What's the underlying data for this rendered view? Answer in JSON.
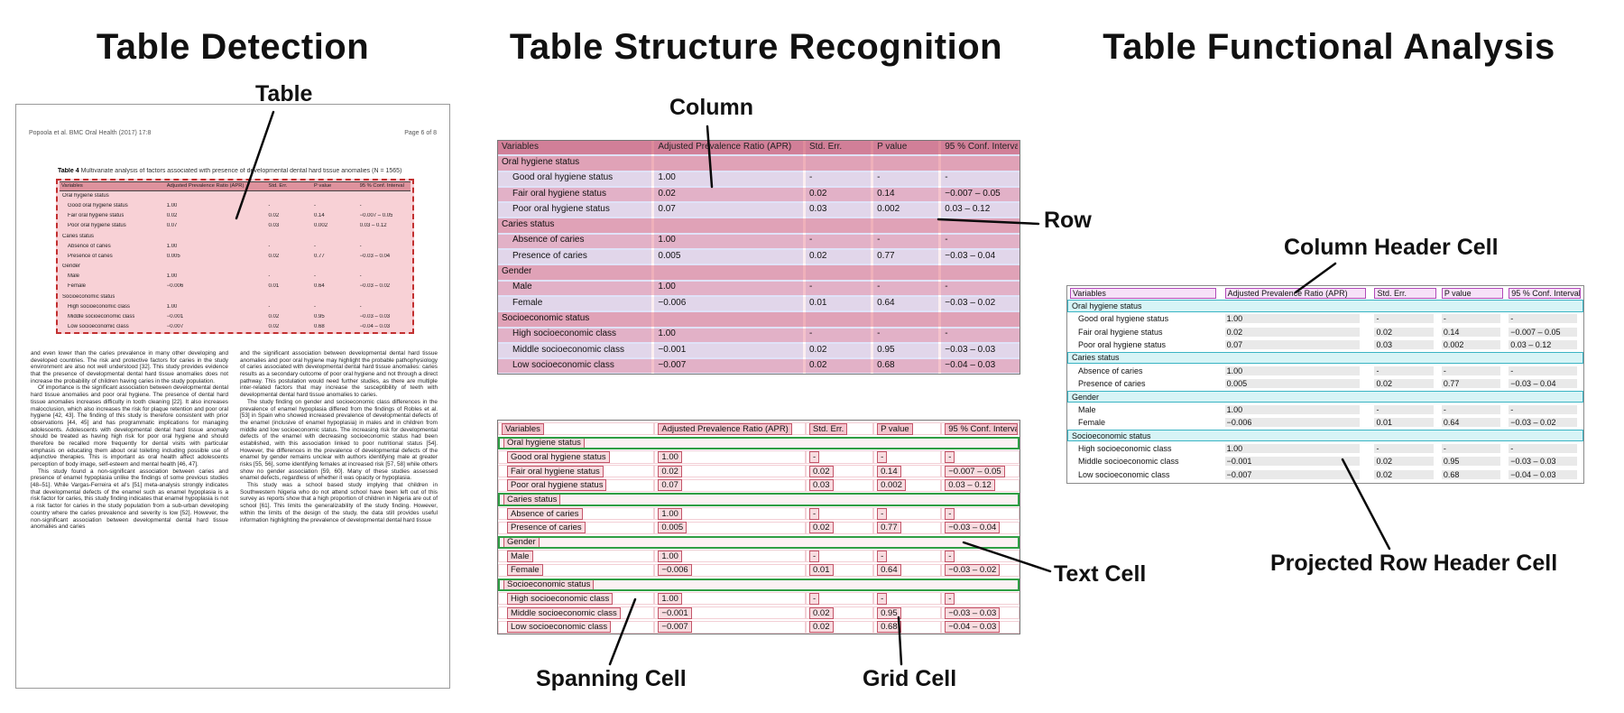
{
  "panels": {
    "detection": "Table Detection",
    "structure": "Table Structure Recognition",
    "functional": "Table Functional Analysis"
  },
  "annotations": {
    "table": "Table",
    "column": "Column",
    "row": "Row",
    "text_cell": "Text Cell",
    "spanning_cell": "Spanning Cell",
    "grid_cell": "Grid Cell",
    "column_header_cell": "Column Header Cell",
    "projected_row_header_cell": "Projected Row Header Cell"
  },
  "document": {
    "header_left": "Popoola et al. BMC Oral Health (2017) 17:8",
    "header_right": "Page 6 of 8",
    "caption_label": "Table 4",
    "caption_text": "Multivariate analysis of factors associated with presence of developmental dental hard tissue anomalies (N = 1565)",
    "col1": [
      "and even lower than the caries prevalence in many other developing and developed countries. The risk and protective factors for caries in the study environment are also not well understood [32]. This study provides evidence that the presence of developmental dental hard tissue anomalies does not increase the probability of children having caries in the study population.",
      "Of importance is the significant association between developmental dental hard tissue anomalies and poor oral hygiene. The presence of dental hard tissue anomalies increases difficulty in tooth cleaning [22]. It also increases malocclusion, which also increases the risk for plaque retention and poor oral hygiene [42, 43]. The finding of this study is therefore consistent with prior observations [44, 45] and has programmatic implications for managing adolescents. Adolescents with developmental dental hard tissue anomaly should be treated as having high risk for poor oral hygiene and should therefore be recalled more frequently for dental visits with particular emphasis on educating them about oral toileting including possible use of adjunctive therapies. This is important as oral health affect adolescents perception of body image, self-esteem and mental health [46, 47].",
      "This study found a non-significant association between caries and presence of enamel hypoplasia unlike the findings of some previous studies [48–51]. While Vargas-Ferreira et al's [51] meta-analysis strongly indicates that developmental defects of the enamel such as enamel hypoplasia is a risk factor for caries, this study finding indicates that enamel hypoplasia is not a risk factor for caries in the study population from a sub-urban developing country where the caries prevalence and severity is low [52]. However, the non-significant association between developmental dental hard tissue anomalies and caries"
    ],
    "col2": [
      "and the significant association between developmental dental hard tissue anomalies and poor oral hygiene may highlight the probable pathophysiology of caries associated with developmental dental hard tissue anomalies: caries results as a secondary outcome of poor oral hygiene and not through a direct pathway. This postulation would need further studies, as there are multiple inter-related factors that may increase the susceptibility of teeth with developmental dental hard tissue anomalies to caries.",
      "The study finding on gender and socioeconomic class differences in the prevalence of enamel hypoplasia differed from the findings of Robles et al. [53] in Spain who showed increased prevalence of developmental defects of the enamel (inclusive of enamel hypoplasia) in males and in children from middle and low socioeconomic status. The increasing risk for developmental defects of the enamel with decreasing socioeconomic status had been established, with this association linked to poor nutritional status [54]. However, the differences in the prevalence of developmental defects of the enamel by gender remains unclear with authors identifying male at greater risks [55, 56], some identifying females at increased risk [57, 58] while others show no gender association [59, 60]. Many of these studies assessed enamel defects, regardless of whether it was opacity or hypoplasia.",
      "This study was a school based study implying that children in Southwestern Nigeria who do not attend school have been left out of this survey as reports show that a high proportion of children in Nigeria are out of school [61]. This limits the generalizability of the study finding. However, within the limits of the design of the study, the data still provides useful information highlighting the prevalence of developmental dental hard tissue"
    ]
  },
  "table": {
    "columns": [
      "Variables",
      "Adjusted Prevalence Ratio (APR)",
      "Std. Err.",
      "P value",
      "95 % Conf. Interval"
    ],
    "rows": [
      {
        "label": "Oral hygiene status",
        "section": true,
        "values": []
      },
      {
        "label": "Good oral hygiene status",
        "section": false,
        "values": [
          "1.00",
          "-",
          "-",
          "-"
        ]
      },
      {
        "label": "Fair oral hygiene status",
        "section": false,
        "values": [
          "0.02",
          "0.02",
          "0.14",
          "−0.007 – 0.05"
        ]
      },
      {
        "label": "Poor oral hygiene status",
        "section": false,
        "values": [
          "0.07",
          "0.03",
          "0.002",
          "0.03 – 0.12"
        ]
      },
      {
        "label": "Caries status",
        "section": true,
        "values": []
      },
      {
        "label": "Absence of caries",
        "section": false,
        "values": [
          "1.00",
          "-",
          "-",
          "-"
        ]
      },
      {
        "label": "Presence of caries",
        "section": false,
        "values": [
          "0.005",
          "0.02",
          "0.77",
          "−0.03 – 0.04"
        ]
      },
      {
        "label": "Gender",
        "section": true,
        "values": []
      },
      {
        "label": "Male",
        "section": false,
        "values": [
          "1.00",
          "-",
          "-",
          "-"
        ]
      },
      {
        "label": "Female",
        "section": false,
        "values": [
          "−0.006",
          "0.01",
          "0.64",
          "−0.03 – 0.02"
        ]
      },
      {
        "label": "Socioeconomic status",
        "section": true,
        "values": []
      },
      {
        "label": "High socioeconomic class",
        "section": false,
        "values": [
          "1.00",
          "-",
          "-",
          "-"
        ]
      },
      {
        "label": "Middle socioeconomic class",
        "section": false,
        "values": [
          "−0.001",
          "0.02",
          "0.95",
          "−0.03 – 0.03"
        ]
      },
      {
        "label": "Low socioeconomic class",
        "section": false,
        "values": [
          "−0.007",
          "0.02",
          "0.68",
          "−0.04 – 0.03"
        ]
      }
    ]
  }
}
